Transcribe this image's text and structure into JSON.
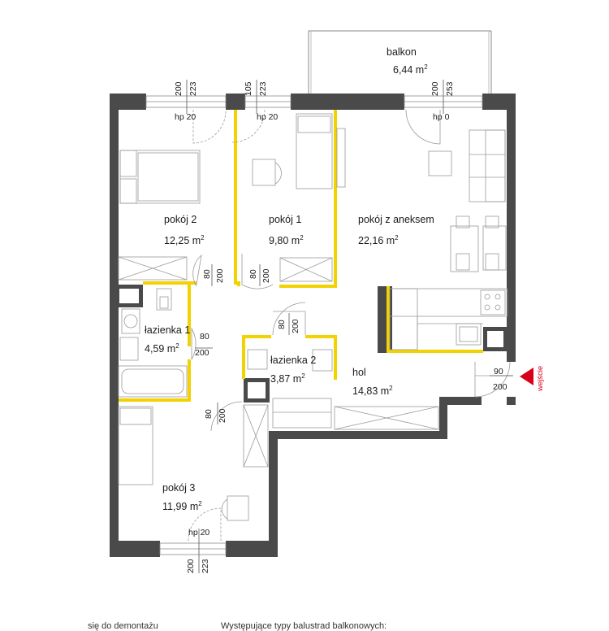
{
  "rooms": {
    "balkon": {
      "name": "balkon",
      "area": "6,44 m"
    },
    "pokoj2": {
      "name": "pokój 2",
      "area": "12,25 m"
    },
    "pokoj1": {
      "name": "pokój 1",
      "area": "9,80 m"
    },
    "pokoj_aneks": {
      "name": "pokój z aneksem",
      "area": "22,16 m"
    },
    "lazienka1": {
      "name": "łazienka 1",
      "area": "4,59 m"
    },
    "lazienka2": {
      "name": "łazienka 2",
      "area": "3,87 m"
    },
    "hol": {
      "name": "hol",
      "area": "14,83 m"
    },
    "pokoj3": {
      "name": "pokój 3",
      "area": "11,99 m"
    }
  },
  "area_unit_sup": "2",
  "windows": {
    "w1": {
      "width": "200",
      "height": "223",
      "hp": "hp 20"
    },
    "w2": {
      "width": "105",
      "height": "223",
      "hp": "hp 20"
    },
    "w3": {
      "width": "200",
      "height": "253",
      "hp": "hp 0"
    },
    "w4": {
      "width": "200",
      "height": "223",
      "hp": "hp 20"
    }
  },
  "doors": {
    "d_pokoj2": {
      "width": "80",
      "height": "200"
    },
    "d_pokoj1": {
      "width": "80",
      "height": "200"
    },
    "d_lazienka1": {
      "width": "80",
      "height": "200"
    },
    "d_lazienka2": {
      "width": "80",
      "height": "200"
    },
    "d_pokoj3": {
      "width": "80",
      "height": "200"
    },
    "d_entry": {
      "width": "90",
      "height": "200"
    }
  },
  "entrance_label": "wejście",
  "footer": {
    "left": "się do demontażu",
    "right": "Występujące typy balustrad balkonowych:"
  },
  "colors": {
    "wall": "#4a4a4a",
    "partition": "#f2d200",
    "fixture": "#9a9a9a",
    "entrance": "#d7001b"
  }
}
